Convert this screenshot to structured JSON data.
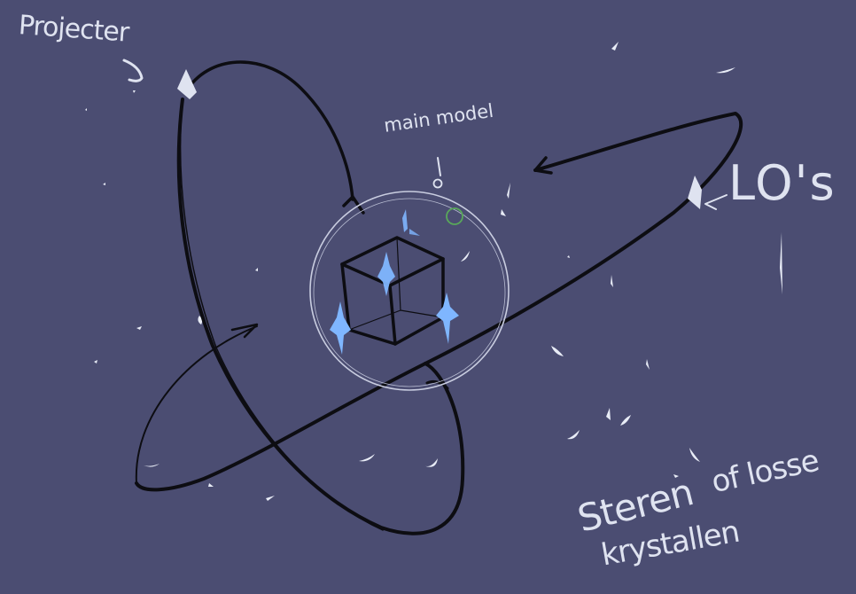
{
  "canvas": {
    "background": "#4b4d72",
    "stroke_color": "#0d0d12",
    "label_color": "#dfe3f0",
    "crystal_color": "#7fb6ff",
    "marker_color": "#59a85a"
  },
  "labels": {
    "projector": "Projecter",
    "main_model": "main model",
    "los": "LO's",
    "sterren": "Steren",
    "of_losse": "of losse",
    "kristallen": "krystallen"
  }
}
